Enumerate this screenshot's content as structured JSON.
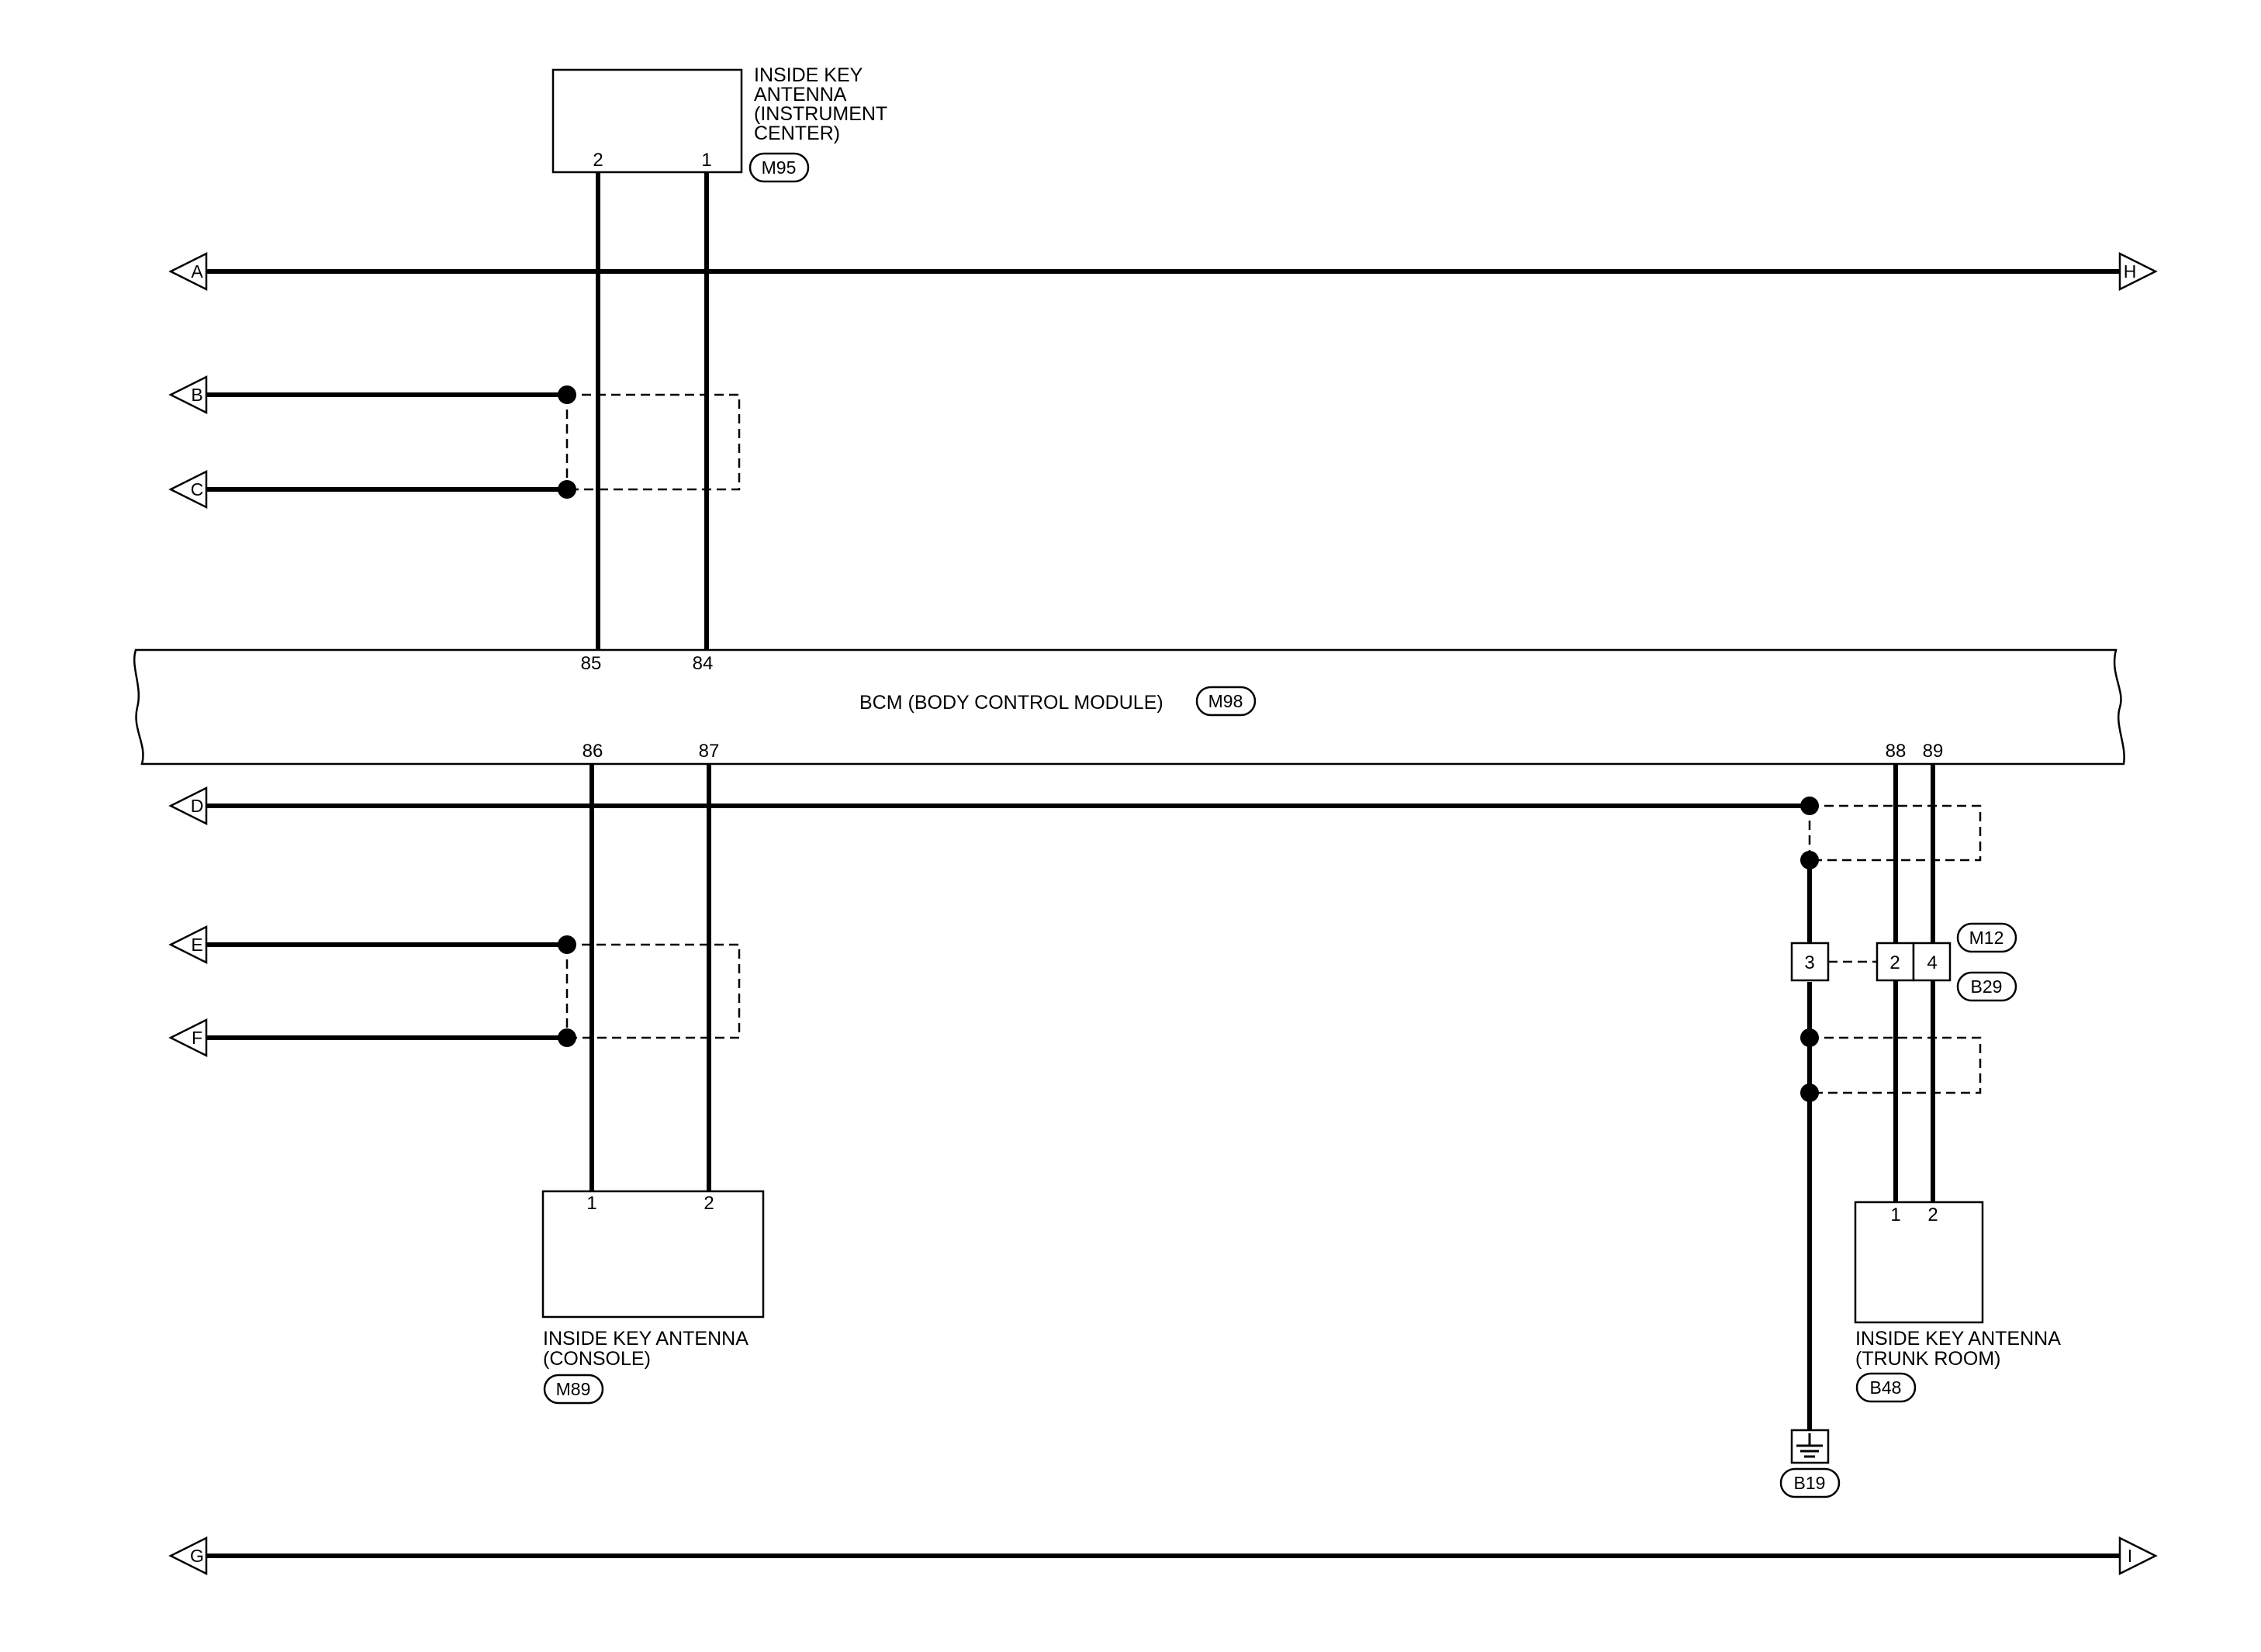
{
  "offpage_refs": {
    "a": "A",
    "b": "B",
    "c": "C",
    "d": "D",
    "e": "E",
    "f": "F",
    "g": "G",
    "h": "H",
    "i": "I"
  },
  "bcm": {
    "label": "BCM (BODY CONTROL MODULE)",
    "connector": "M98",
    "pins_top": [
      "85",
      "84"
    ],
    "pins_bottom": [
      "86",
      "87",
      "88",
      "89"
    ]
  },
  "antenna_instrument": {
    "label_lines": [
      "INSIDE KEY",
      "ANTENNA",
      "(INSTRUMENT",
      "CENTER)"
    ],
    "connector": "M95",
    "pins": [
      "2",
      "1"
    ]
  },
  "antenna_console": {
    "label_lines": [
      "INSIDE KEY ANTENNA",
      "(CONSOLE)"
    ],
    "connector": "M89",
    "pins": [
      "1",
      "2"
    ]
  },
  "antenna_trunk": {
    "label_lines": [
      "INSIDE KEY ANTENNA",
      "(TRUNK ROOM)"
    ],
    "connector": "B48",
    "pins": [
      "1",
      "2"
    ]
  },
  "junction_connector": {
    "connector_top": "M12",
    "connector_bottom": "B29",
    "pins": [
      "3",
      "2",
      "4"
    ]
  },
  "ground": {
    "connector": "B19",
    "icon": "ground-icon"
  }
}
